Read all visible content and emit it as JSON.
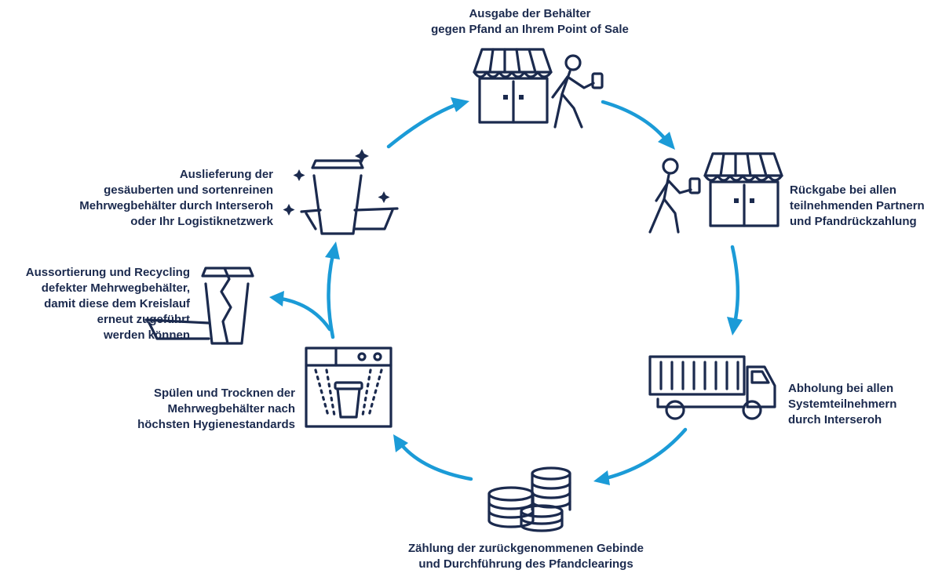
{
  "steps": [
    {
      "id": "ausgabe",
      "lines": [
        "Ausgabe der Behälter",
        "gegen Pfand an Ihrem Point of Sale"
      ],
      "icon": "shop-with-person-icon"
    },
    {
      "id": "rueckgabe",
      "lines": [
        "Rückgabe bei allen",
        "teilnehmenden Partnern",
        "und Pfandrückzahlung"
      ],
      "icon": "person-returning-to-shop-icon"
    },
    {
      "id": "abholung",
      "lines": [
        "Abholung bei allen",
        "Systemteilnehmern",
        "durch Interseroh"
      ],
      "icon": "truck-icon"
    },
    {
      "id": "zaehlung",
      "lines": [
        "Zählung der zurückgenommenen Gebinde",
        "und Durchführung des Pfandclearings"
      ],
      "icon": "coin-stacks-icon"
    },
    {
      "id": "spuelen",
      "lines": [
        "Spülen und Trocknen der",
        "Mehrwegbehälter nach",
        "höchsten Hygienestandards"
      ],
      "icon": "dishwasher-icon"
    },
    {
      "id": "aussortierung",
      "lines": [
        "Aussortierung und Recycling",
        "defekter Mehrwegbehälter,",
        "damit diese dem Kreislauf",
        "erneut zugeführt",
        "werden können"
      ],
      "icon": "broken-container-icon"
    },
    {
      "id": "auslieferung",
      "lines": [
        "Auslieferung der",
        "gesäuberten und sortenreinen",
        "Mehrwegbehälter durch Interseroh",
        "oder Ihr Logistiknetzwerk"
      ],
      "icon": "clean-container-icon"
    }
  ],
  "colors": {
    "arrow": "#1b9bd7",
    "icon": "#1b2a4e",
    "text": "#1b2a4e"
  }
}
